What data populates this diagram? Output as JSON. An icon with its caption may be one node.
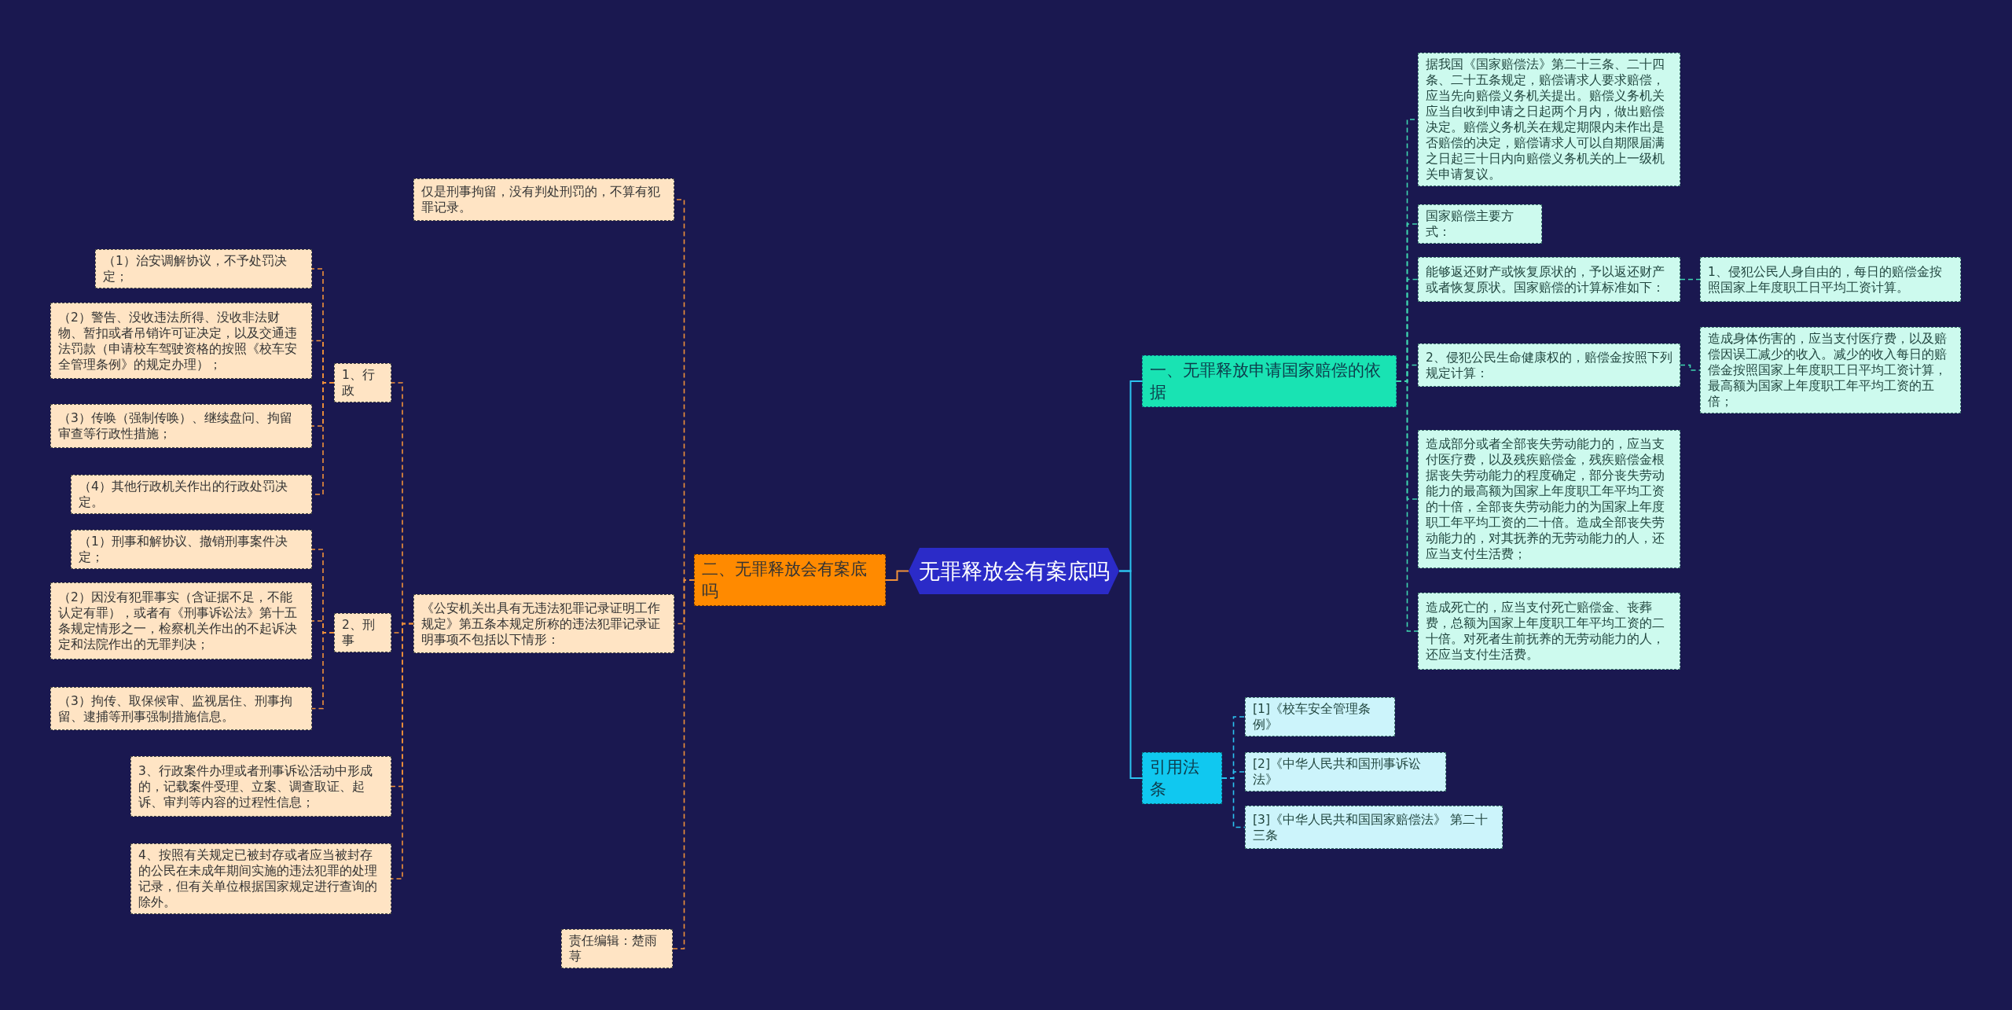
{
  "diagram": {
    "nodes": [
      {
        "text": [
          "无罪释放会有案底吗"
        ]
      },
      {
        "text": [
          "二、无罪释放会有案底吗"
        ]
      },
      {
        "text": [
          "仅是刑事拘留，没有判处刑罚的，不算有犯罪记录。"
        ]
      },
      {
        "text": [
          "1、行政"
        ]
      },
      {
        "text": [
          "（1）治安调解协议，不予处罚决定；"
        ]
      },
      {
        "text": [
          "（2）警告、没收违法所得、没收非法财物、暂扣或者吊销许可证决定，以及交通违法罚款（申请校车驾驶资格的按照《校车安全管理条例》的规定办理）；"
        ]
      },
      {
        "text": [
          "（3）传唤（强制传唤）、继续盘问、拘留审查等行政性措施；"
        ]
      },
      {
        "text": [
          "（4）其他行政机关作出的行政处罚决定。"
        ]
      },
      {
        "text": [
          "2、刑事"
        ]
      },
      {
        "text": [
          "（1）刑事和解协议、撤销刑事案件决定；"
        ]
      },
      {
        "text": [
          "（2）因没有犯罪事实（含证据不足，不能认定有罪），或者有《刑事诉讼法》第十五条规定情形之一，检察机关作出的不起诉决定和法院作出的无罪判决；"
        ]
      },
      {
        "text": [
          "（3）拘传、取保候审、监视居住、刑事拘留、逮捕等刑事强制措施信息。"
        ]
      },
      {
        "text": [
          "《公安机关出具有无违法犯罪记录证明工作规定》第五条本规定所称的违法犯罪记录证明事项不包括以下情形："
        ]
      },
      {
        "text": [
          "3、行政案件办理或者刑事诉讼活动中形成的，记载案件受理、立案、调查取证、起诉、审判等内容的过程性信息；"
        ]
      },
      {
        "text": [
          "4、按照有关规定已被封存或者应当被封存的公民在未成年期间实施的违法犯罪的处理记录，但有关单位根据国家规定进行查询的除外。"
        ]
      },
      {
        "text": [
          "责任编辑：楚雨荨"
        ]
      },
      {
        "text": [
          "一、无罪释放申请国家赔偿的依据"
        ]
      },
      {
        "text": [
          "据我国《国家赔偿法》第二十三条、二十四条、二十五条规定，赔偿请求人要求赔偿，应当先向赔偿义务机关提出。赔偿义务机关应当自收到申请之日起两个月内，做出赔偿决定。赔偿义务机关在规定期限内未作出是否赔偿的决定，赔偿请求人可以自期限届满之日起三十日内向赔偿义务机关的上一级机关申请复议。"
        ]
      },
      {
        "text": [
          "国家赔偿主要方式："
        ]
      },
      {
        "text": [
          "能够返还财产或恢复原状的，予以返还财产或者恢复原状。国家赔偿的计算标准如下："
        ]
      },
      {
        "text": [
          "1、侵犯公民人身自由的，每日的赔偿金按照国家上年度职工日平均工资计算。"
        ]
      },
      {
        "text": [
          "2、侵犯公民生命健康权的，赔偿金按照下列规定计算："
        ]
      },
      {
        "text": [
          "造成身体伤害的，应当支付医疗费，以及赔偿因误工减少的收入。减少的收入每日的赔偿金按照国家上年度职工日平均工资计算，最高额为国家上年度职工年平均工资的五倍；"
        ]
      },
      {
        "text": [
          "造成部分或者全部丧失劳动能力的，应当支付医疗费，以及残疾赔偿金，残疾赔偿金根据丧失劳动能力的程度确定，部分丧失劳动能力的最高额为国家上年度职工年平均工资的十倍，全部丧失劳动能力的为国家上年度职工年平均工资的二十倍。造成全部丧失劳动能力的，对其抚养的无劳动能力的人，还应当支付生活费；"
        ]
      },
      {
        "text": [
          "造成死亡的，应当支付死亡赔偿金、丧葬费，总额为国家上年度职工年平均工资的二十倍。对死者生前抚养的无劳动能力的人，还应当支付生活费。"
        ]
      },
      {
        "text": [
          "引用法条"
        ]
      },
      {
        "text": [
          "[1]《校车安全管理条例》"
        ]
      },
      {
        "text": [
          "[2]《中华人民共和国刑事诉讼法》"
        ]
      },
      {
        "text": [
          "[3]《中华人民共和国国家赔偿法》 第二十三条"
        ]
      }
    ],
    "edges": [
      {
        "from": 0,
        "to": 1,
        "arrow": "none"
      },
      {
        "from": 1,
        "to": 2,
        "arrow": "none",
        "style": "dashed"
      },
      {
        "from": 1,
        "to": 12,
        "arrow": "none",
        "style": "dashed"
      },
      {
        "from": 1,
        "to": 15,
        "arrow": "none",
        "style": "dashed"
      },
      {
        "from": 12,
        "to": 3,
        "arrow": "none",
        "style": "dashed"
      },
      {
        "from": 12,
        "to": 8,
        "arrow": "none",
        "style": "dashed"
      },
      {
        "from": 12,
        "to": 13,
        "arrow": "none",
        "style": "dashed"
      },
      {
        "from": 12,
        "to": 14,
        "arrow": "none",
        "style": "dashed"
      },
      {
        "from": 3,
        "to": 4,
        "arrow": "none",
        "style": "dashed"
      },
      {
        "from": 3,
        "to": 5,
        "arrow": "none",
        "style": "dashed"
      },
      {
        "from": 3,
        "to": 6,
        "arrow": "none",
        "style": "dashed"
      },
      {
        "from": 3,
        "to": 7,
        "arrow": "none",
        "style": "dashed"
      },
      {
        "from": 8,
        "to": 9,
        "arrow": "none",
        "style": "dashed"
      },
      {
        "from": 8,
        "to": 10,
        "arrow": "none",
        "style": "dashed"
      },
      {
        "from": 8,
        "to": 11,
        "arrow": "none",
        "style": "dashed"
      },
      {
        "from": 0,
        "to": 16,
        "arrow": "none",
        "color": "#2bc3f0"
      },
      {
        "from": 0,
        "to": 25,
        "arrow": "none",
        "color": "#2bc3f0"
      },
      {
        "from": 16,
        "to": 17,
        "arrow": "none",
        "style": "dashed",
        "color": "#3fd6b0"
      },
      {
        "from": 16,
        "to": 18,
        "arrow": "none",
        "style": "dashed",
        "color": "#3fd6b0"
      },
      {
        "from": 16,
        "to": 19,
        "arrow": "none",
        "style": "dashed",
        "color": "#3fd6b0"
      },
      {
        "from": 16,
        "to": 21,
        "arrow": "none",
        "style": "dashed",
        "color": "#3fd6b0"
      },
      {
        "from": 16,
        "to": 23,
        "arrow": "none",
        "style": "dashed",
        "color": "#3fd6b0"
      },
      {
        "from": 16,
        "to": 24,
        "arrow": "none",
        "style": "dashed",
        "color": "#3fd6b0"
      },
      {
        "from": 19,
        "to": 20,
        "arrow": "none",
        "style": "dashed",
        "color": "#3fd6b0"
      },
      {
        "from": 21,
        "to": 22,
        "arrow": "none",
        "style": "dashed",
        "color": "#3fd6b0"
      },
      {
        "from": 25,
        "to": 26,
        "arrow": "none",
        "style": "dashed",
        "color": "#2bc3f0"
      },
      {
        "from": 25,
        "to": 27,
        "arrow": "none",
        "style": "dashed",
        "color": "#2bc3f0"
      },
      {
        "from": 25,
        "to": 28,
        "arrow": "none",
        "style": "dashed",
        "color": "#2bc3f0"
      }
    ]
  }
}
